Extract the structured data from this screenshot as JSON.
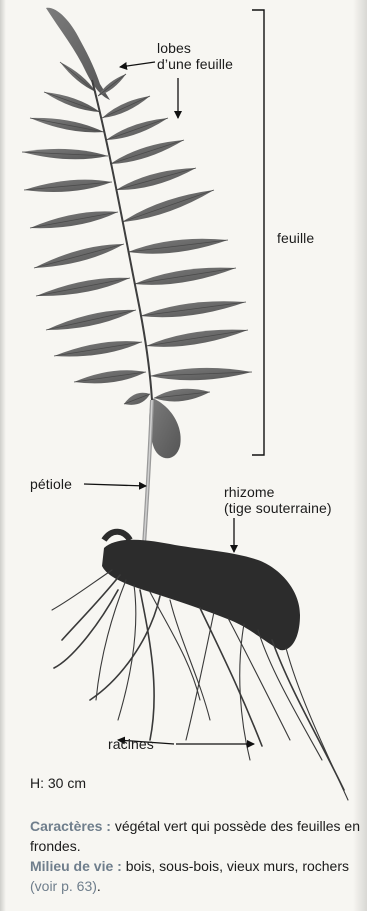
{
  "labels": {
    "lobes_line1": "lobes",
    "lobes_line2": "d’une feuille",
    "feuille": "feuille",
    "petiole": "pétiole",
    "rhizome_line1": "rhizome",
    "rhizome_line2": "(tige souterraine)",
    "racines": "racines"
  },
  "height": "H: 30 cm",
  "caption": {
    "caracteres_key": "Caractères :",
    "caracteres_text": " végétal vert qui possède des feuilles en frondes.",
    "milieu_key": "Milieu de vie :",
    "milieu_text": " bois, sous-bois, vieux murs, rochers ",
    "milieu_ref": "(voir p. 63)",
    "milieu_end": "."
  },
  "colors": {
    "frond": "#6f6f6f",
    "frond_dark": "#4a4a4a",
    "rhizome": "#2a2a2a",
    "roots": "#3a3a3a",
    "caption_key": "#6f7e8c"
  }
}
